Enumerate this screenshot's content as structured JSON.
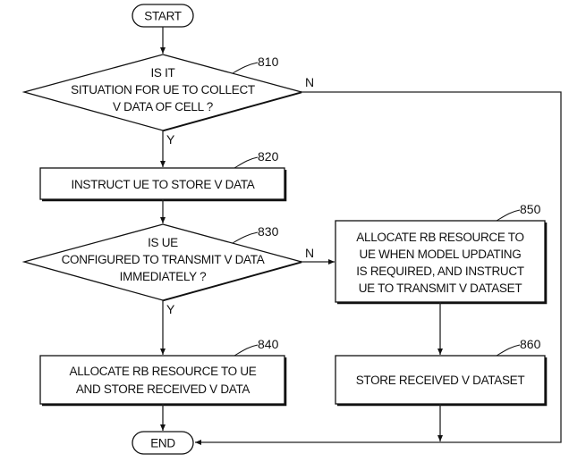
{
  "diagram": {
    "type": "flowchart",
    "start": {
      "label": "START"
    },
    "end": {
      "label": "END"
    },
    "nodes": [
      {
        "id": "810",
        "kind": "decision",
        "ref": "810",
        "lines": [
          "IS IT",
          "SITUATION FOR UE TO COLLECT",
          "V DATA OF CELL ?"
        ]
      },
      {
        "id": "820",
        "kind": "process",
        "ref": "820",
        "lines": [
          "INSTRUCT UE TO STORE V DATA"
        ]
      },
      {
        "id": "830",
        "kind": "decision",
        "ref": "830",
        "lines": [
          "IS UE",
          "CONFIGURED TO TRANSMIT V DATA",
          "IMMEDIATELY ?"
        ]
      },
      {
        "id": "840",
        "kind": "process",
        "ref": "840",
        "lines": [
          "ALLOCATE RB RESOURCE TO UE",
          "AND STORE RECEIVED V DATA"
        ]
      },
      {
        "id": "850",
        "kind": "process",
        "ref": "850",
        "lines": [
          "ALLOCATE RB RESOURCE TO",
          "UE WHEN MODEL UPDATING",
          "IS REQUIRED, AND INSTRUCT",
          "UE TO TRANSMIT V DATASET"
        ]
      },
      {
        "id": "860",
        "kind": "process",
        "ref": "860",
        "lines": [
          "STORE RECEIVED V DATASET"
        ]
      }
    ],
    "edges": [
      {
        "from": "START",
        "to": "810",
        "label": ""
      },
      {
        "from": "810",
        "to": "820",
        "label": "Y"
      },
      {
        "from": "810",
        "to": "END",
        "label": "N"
      },
      {
        "from": "820",
        "to": "830",
        "label": ""
      },
      {
        "from": "830",
        "to": "840",
        "label": "Y"
      },
      {
        "from": "830",
        "to": "850",
        "label": "N"
      },
      {
        "from": "840",
        "to": "END",
        "label": ""
      },
      {
        "from": "850",
        "to": "860",
        "label": ""
      },
      {
        "from": "860",
        "to": "END",
        "label": ""
      }
    ],
    "branch_labels": {
      "yes": "Y",
      "no": "N"
    }
  }
}
